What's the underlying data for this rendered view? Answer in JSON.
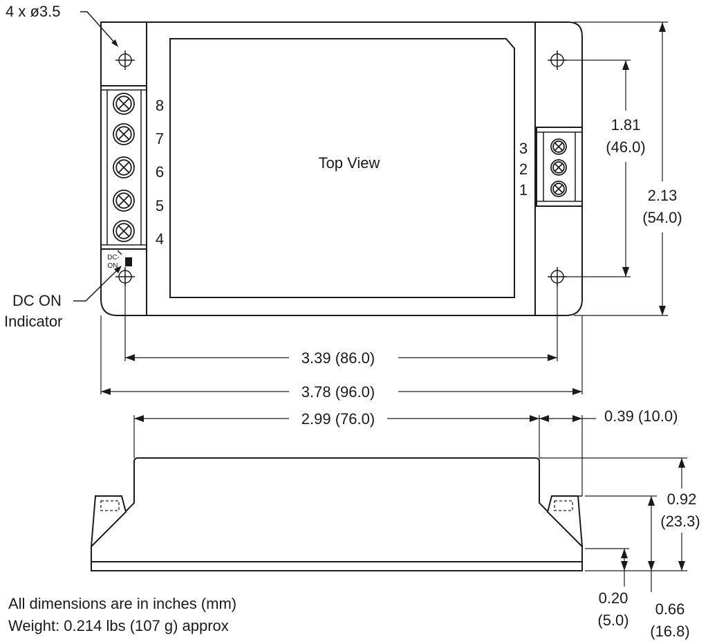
{
  "drawing": {
    "top_view_label": "Top View",
    "hole_callout": "4 x ø3.5",
    "indicator": {
      "small_label_1": "DC-",
      "small_label_2": "ON",
      "callout_line_1": "DC ON",
      "callout_line_2": "Indicator"
    },
    "left_terminals": [
      "8",
      "7",
      "6",
      "5",
      "4"
    ],
    "right_terminals": [
      "3",
      "2",
      "1"
    ],
    "dimensions": {
      "hole_spacing_x": "3.39 (86.0)",
      "overall_width": "3.78 (96.0)",
      "body_length": "2.99 (76.0)",
      "flange": "0.39 (10.0)",
      "hole_spacing_y_in": "1.81",
      "hole_spacing_y_mm": "(46.0)",
      "overall_depth_in": "2.13",
      "overall_depth_mm": "(54.0)",
      "overall_height_in": "0.92",
      "overall_height_mm": "(23.3)",
      "base_height_in": "0.20",
      "base_height_mm": "(5.0)",
      "mount_height_in": "0.66",
      "mount_height_mm": "(16.8)"
    },
    "notes": {
      "units": "All dimensions are in inches (mm)",
      "weight": "Weight: 0.214 lbs (107 g) approx"
    }
  }
}
